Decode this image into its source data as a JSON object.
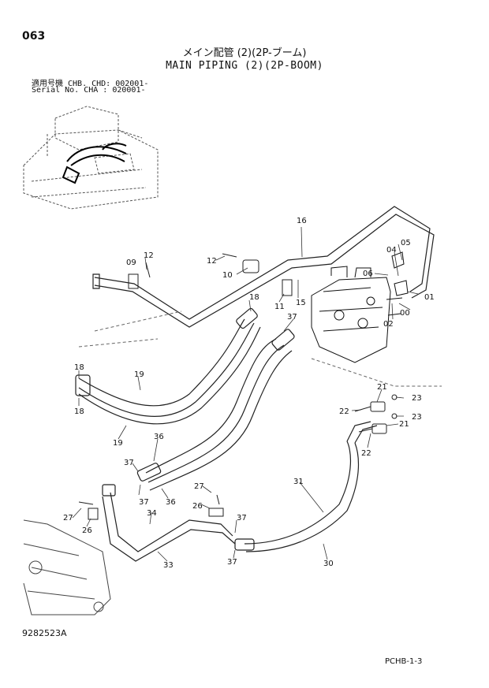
{
  "header": {
    "page_number": "063",
    "title_jp": "メイン配管 (2)(2P-ブーム)",
    "title_en": "MAIN PIPING (2)(2P-BOOM)",
    "serial_line1": "適用号機 CHB. CHD: 002001-",
    "serial_line2": "Serial No. CHA    : 020001-"
  },
  "footer": {
    "doc_id": "9282523A",
    "page_ref": "PCHB-1-3"
  },
  "callouts": [
    "16",
    "05",
    "04",
    "12",
    "09",
    "12",
    "10",
    "06",
    "11",
    "15",
    "18",
    "01",
    "00",
    "02",
    "37",
    "18",
    "18",
    "19",
    "19",
    "21",
    "23",
    "22",
    "23",
    "21",
    "22",
    "36",
    "37",
    "37",
    "36",
    "31",
    "27",
    "26",
    "27",
    "26",
    "34",
    "37",
    "33",
    "37",
    "30"
  ]
}
